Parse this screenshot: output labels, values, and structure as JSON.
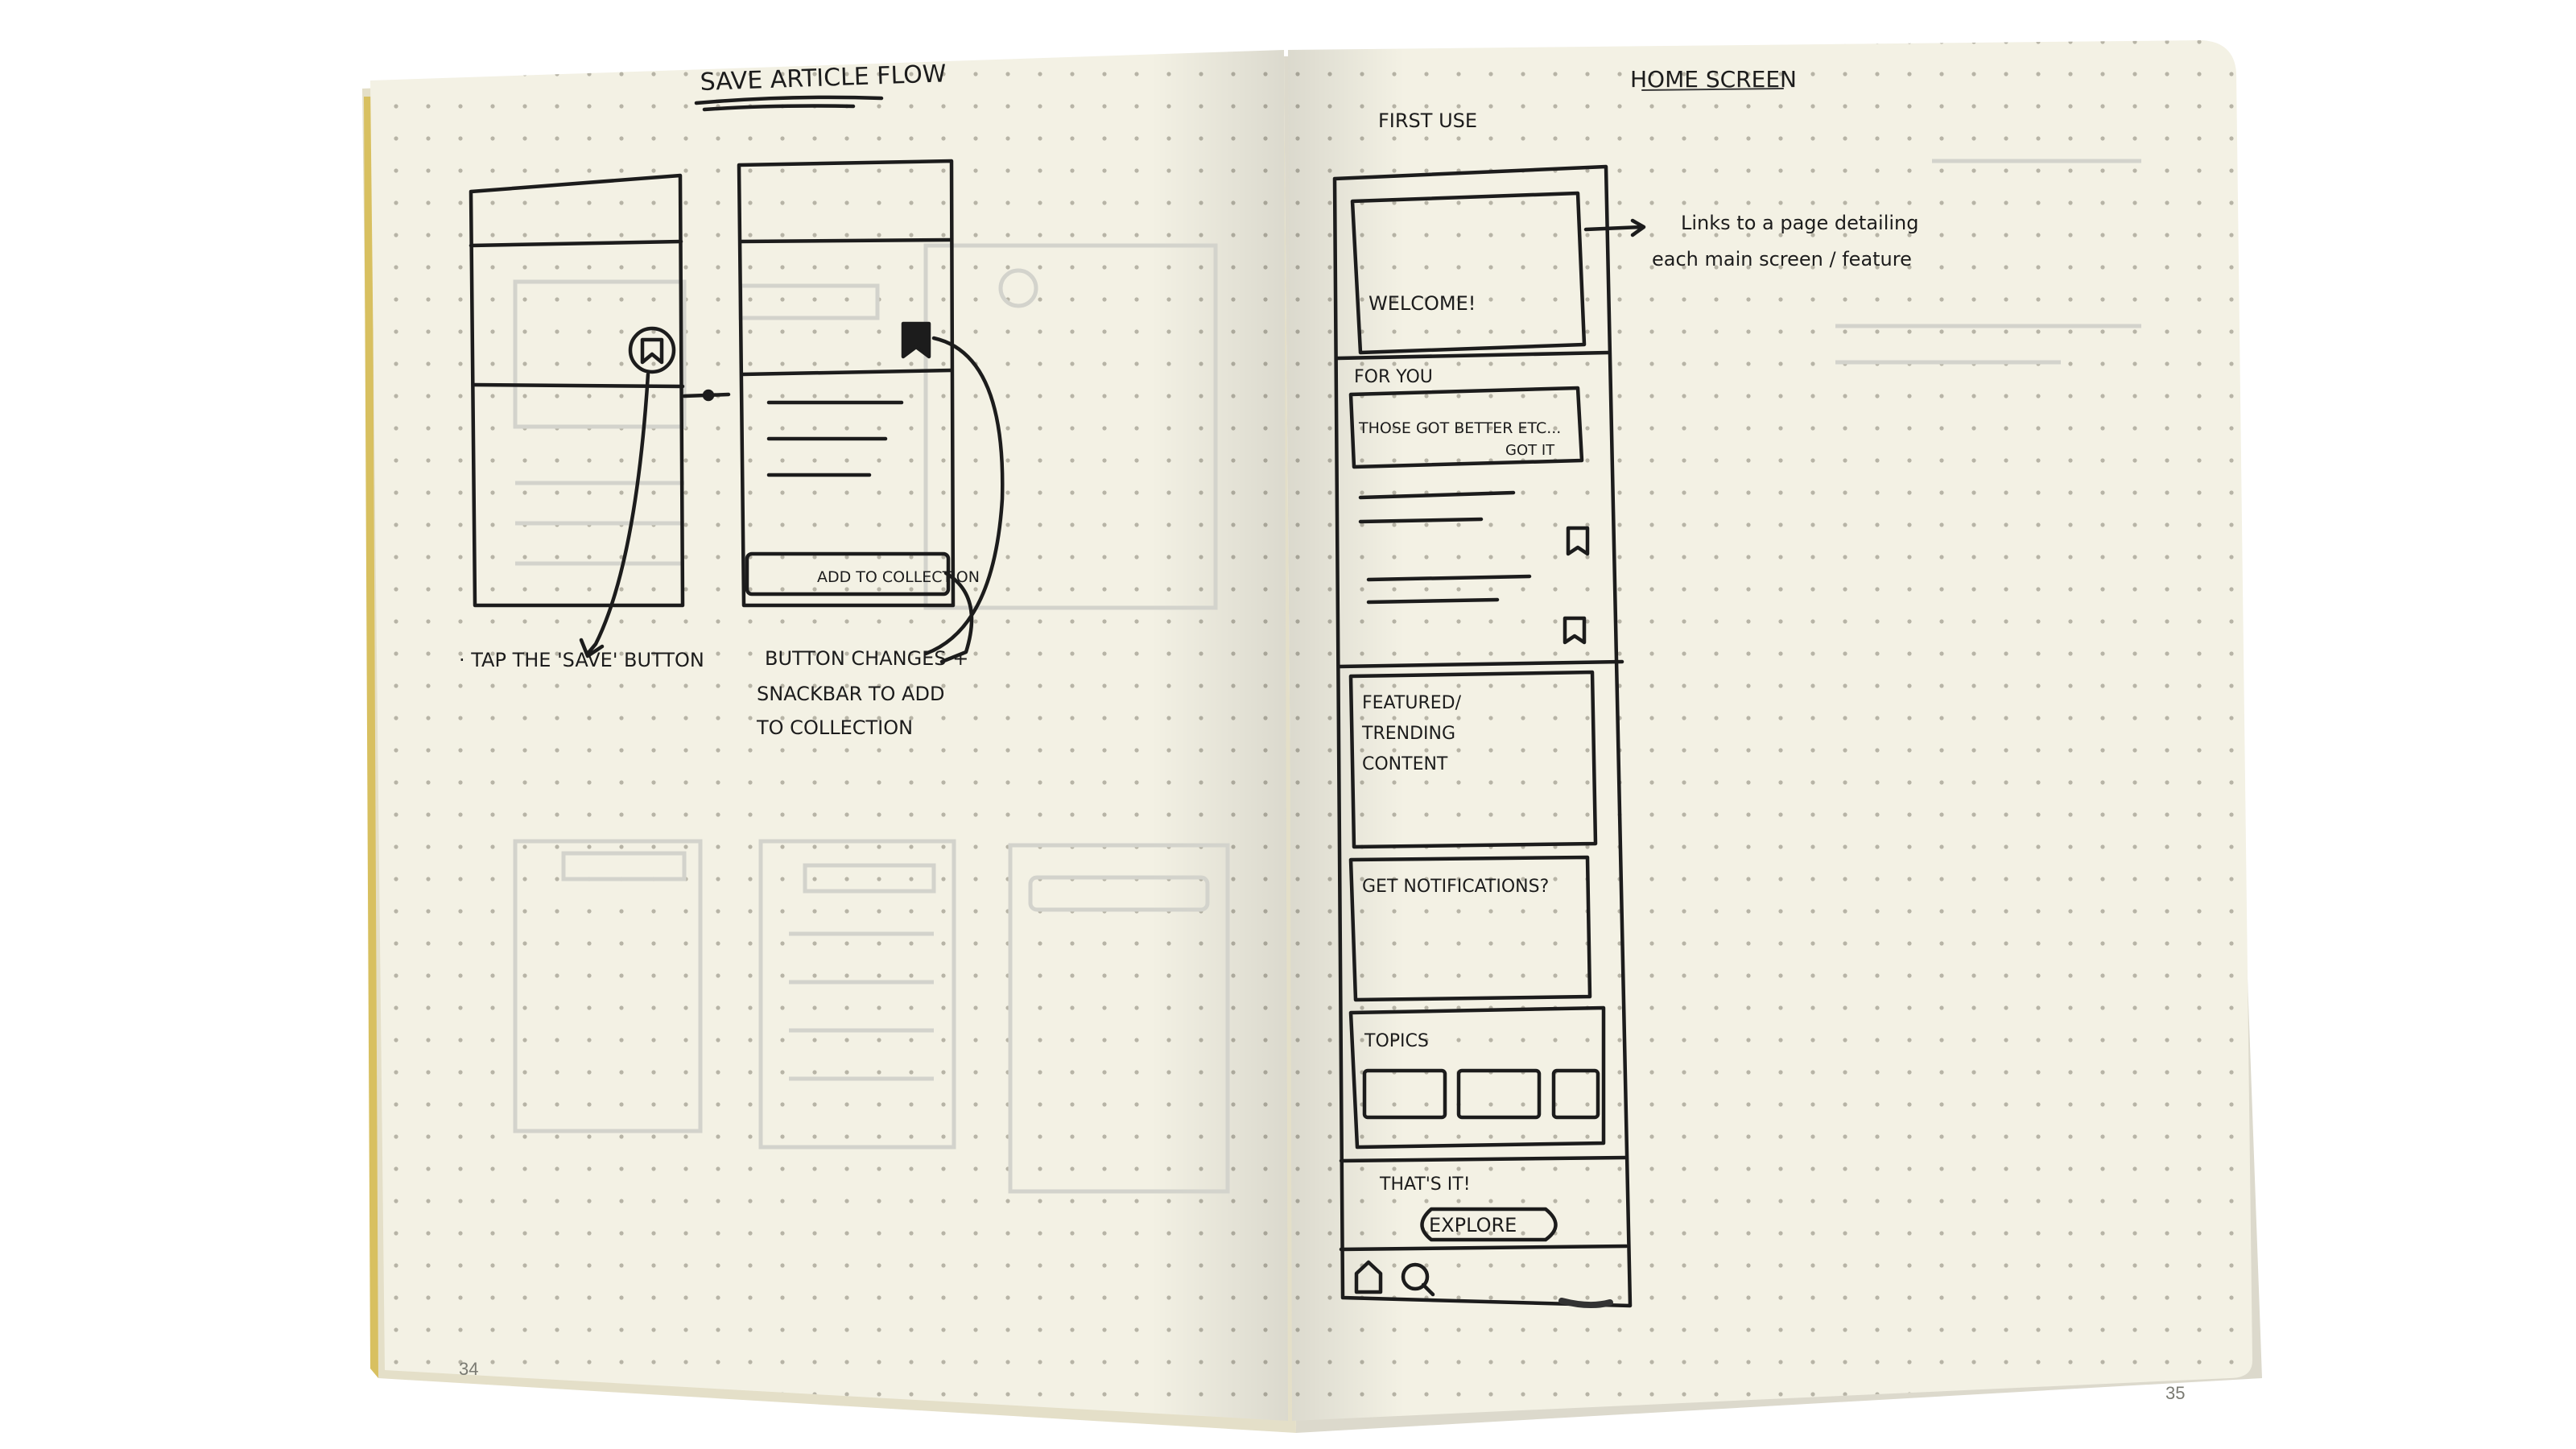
{
  "left_page": {
    "page_number": "34",
    "title": "SAVE ARTICLE FLOW",
    "annotations": {
      "tap_save": "· TAP THE 'SAVE' BUTTON",
      "button_changes_1": "BUTTON CHANGES +",
      "button_changes_2": "SNACKBAR TO ADD",
      "button_changes_3": "TO COLLECTION"
    },
    "snackbar_label": "ADD TO COLLECTION"
  },
  "right_page": {
    "page_number": "35",
    "title": "HOME SCREEN",
    "subtitle": "FIRST USE",
    "callout_1": "Links to a page detailing",
    "callout_2": "each main screen / feature",
    "sections": {
      "welcome": "WELCOME!",
      "for_you": "FOR YOU",
      "tips_1": "THOSE GOT BETTER ETC...",
      "tips_2": "GOT IT",
      "featured_1": "FEATURED/",
      "featured_2": "TRENDING",
      "featured_3": "CONTENT",
      "notifications": "GET NOTIFICATIONS?",
      "topics": "TOPICS",
      "thats_it": "THAT'S IT!",
      "explore": "EXPLORE"
    }
  },
  "colors": {
    "paper": "#f3f1e4",
    "ink": "#1c1c1c",
    "dots": "#b7b4a6",
    "ghost": "#d3d3cc"
  }
}
